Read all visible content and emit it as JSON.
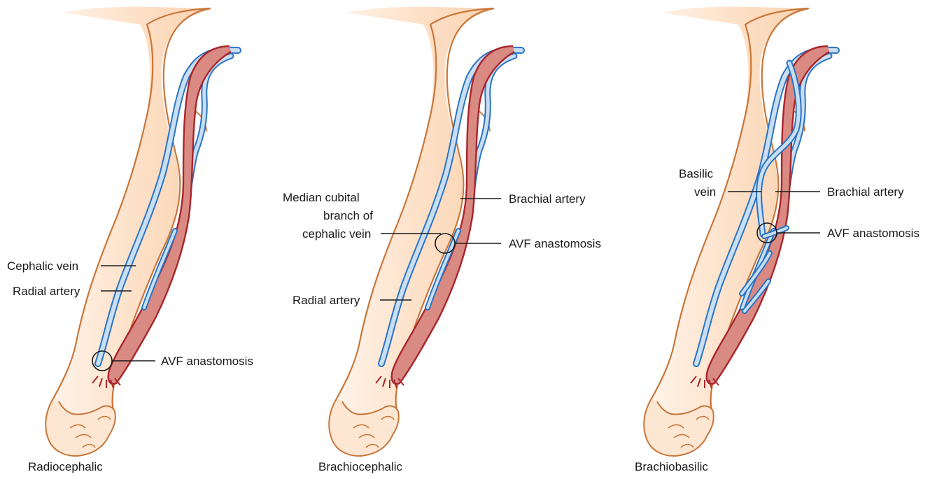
{
  "panels": [
    {
      "caption": "Radiocephalic",
      "labels": {
        "cephalic_vein": "Cephalic vein",
        "radial_artery": "Radial artery",
        "avf_anastomosis": "AVF anastomosis"
      }
    },
    {
      "caption": "Brachiocephalic",
      "labels": {
        "median_cubital": [
          "Median cubital",
          "branch of",
          "cephalic vein"
        ],
        "brachial_artery": "Brachial artery",
        "avf_anastomosis": "AVF anastomosis",
        "radial_artery": "Radial artery"
      }
    },
    {
      "caption": "Brachiobasilic",
      "labels": {
        "basilic_vein": [
          "Basilic",
          "vein"
        ],
        "brachial_artery": "Brachial artery",
        "avf_anastomosis": "AVF anastomosis"
      }
    }
  ],
  "colors": {
    "skin_outline": "#c8763a",
    "skin_fill": "#fde3cc",
    "artery": "#a8262c",
    "artery_fill": "#d98a82",
    "vein": "#2a74c4",
    "vein_fill": "#c9def1"
  }
}
